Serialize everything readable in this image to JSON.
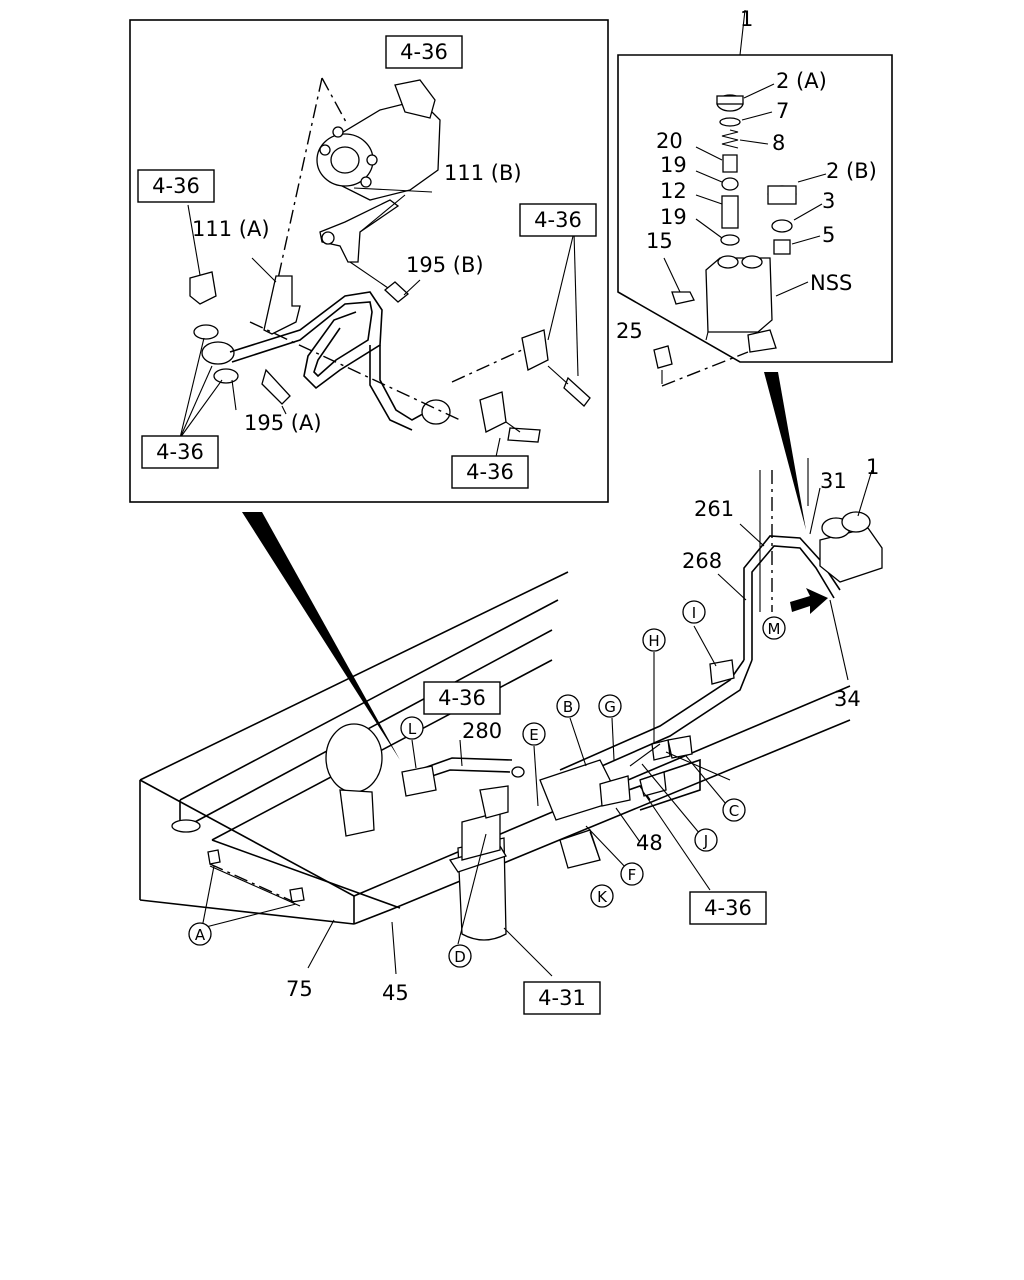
{
  "part_numbers": {
    "n1_top": "1",
    "n1_right": "1",
    "n2a": "2 (A)",
    "n7": "7",
    "n8": "8",
    "n20": "20",
    "n19a": "19",
    "n12": "12",
    "n19b": "19",
    "n15": "15",
    "n2b": "2 (B)",
    "n3": "3",
    "n5": "5",
    "nss": "NSS",
    "n25": "25",
    "n111b": "111 (B)",
    "n111a": "111 (A)",
    "n195b": "195 (B)",
    "n195a": "195 (A)",
    "n261": "261",
    "n268": "268",
    "n31": "31",
    "n34": "34",
    "n280": "280",
    "n48": "48",
    "n75": "75",
    "n45": "45"
  },
  "ref_boxes": {
    "r1": "4-36",
    "r2": "4-36",
    "r3": "4-36",
    "r4": "4-36",
    "r5": "4-36",
    "r6": "4-36",
    "r7": "4-36",
    "r8": "4-31"
  },
  "clamp_letters": {
    "A": "A",
    "B": "B",
    "C": "C",
    "D": "D",
    "E": "E",
    "F": "F",
    "G": "G",
    "H": "H",
    "I": "I",
    "J": "J",
    "K": "K",
    "L": "L",
    "M": "M"
  }
}
